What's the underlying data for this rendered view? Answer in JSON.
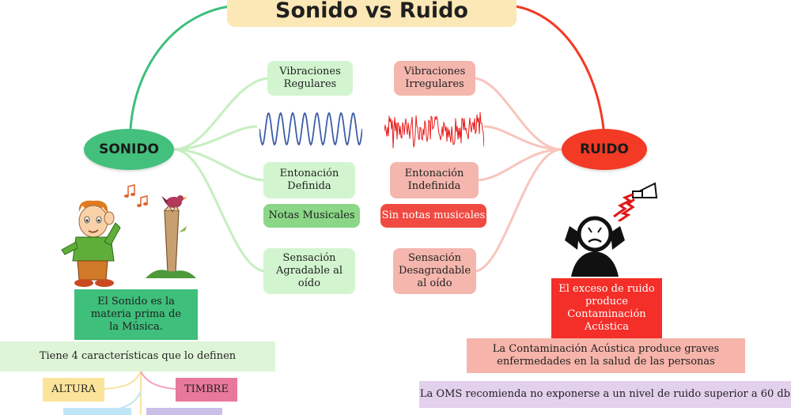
{
  "title": "Sonido vs Ruido",
  "hubs": {
    "left": "SONIDO",
    "right": "RUIDO"
  },
  "comparison": {
    "vibrations_regular": "Vibraciones\nRegulares",
    "vibrations_irregular": "Vibraciones\nIrregulares",
    "intonation_defined": "Entonación\nDefinida",
    "intonation_undefined": "Entonación\nIndefinida",
    "musical_notes": "Notas Musicales",
    "no_musical_notes": "Sin notas musicales",
    "pleasant": "Sensación\nAgradable al\noído",
    "unpleasant": "Sensación\nDesagradable\nal oído"
  },
  "sonido": {
    "music_matter": "El Sonido es la\nmateria prima de\nla Música.",
    "characteristics": "Tiene 4 características que lo definen",
    "altura": "ALTURA",
    "timbre": "TIMBRE"
  },
  "ruido": {
    "excess": "El exceso de ruido\nproduce\nContaminación\nAcústica",
    "diseases": "La Contaminación Acústica produce graves\nenfermedades en la salud de las personas",
    "oms": "La OMS recomienda no exponerse a un nivel de ruido superior a 60 db"
  },
  "icons": [
    "sine-wave-icon",
    "noise-wave-icon",
    "listening-boy-icon",
    "bird-on-stump-icon",
    "stressed-person-icon",
    "loud-horn-icon"
  ],
  "colors": {
    "sound_green": "#43c07c",
    "noise_red": "#f23a24",
    "title_bg": "#fce7b6",
    "light_green": "#d2f5cf",
    "light_red": "#f4b6ad",
    "lavender": "#e3d0ed"
  }
}
